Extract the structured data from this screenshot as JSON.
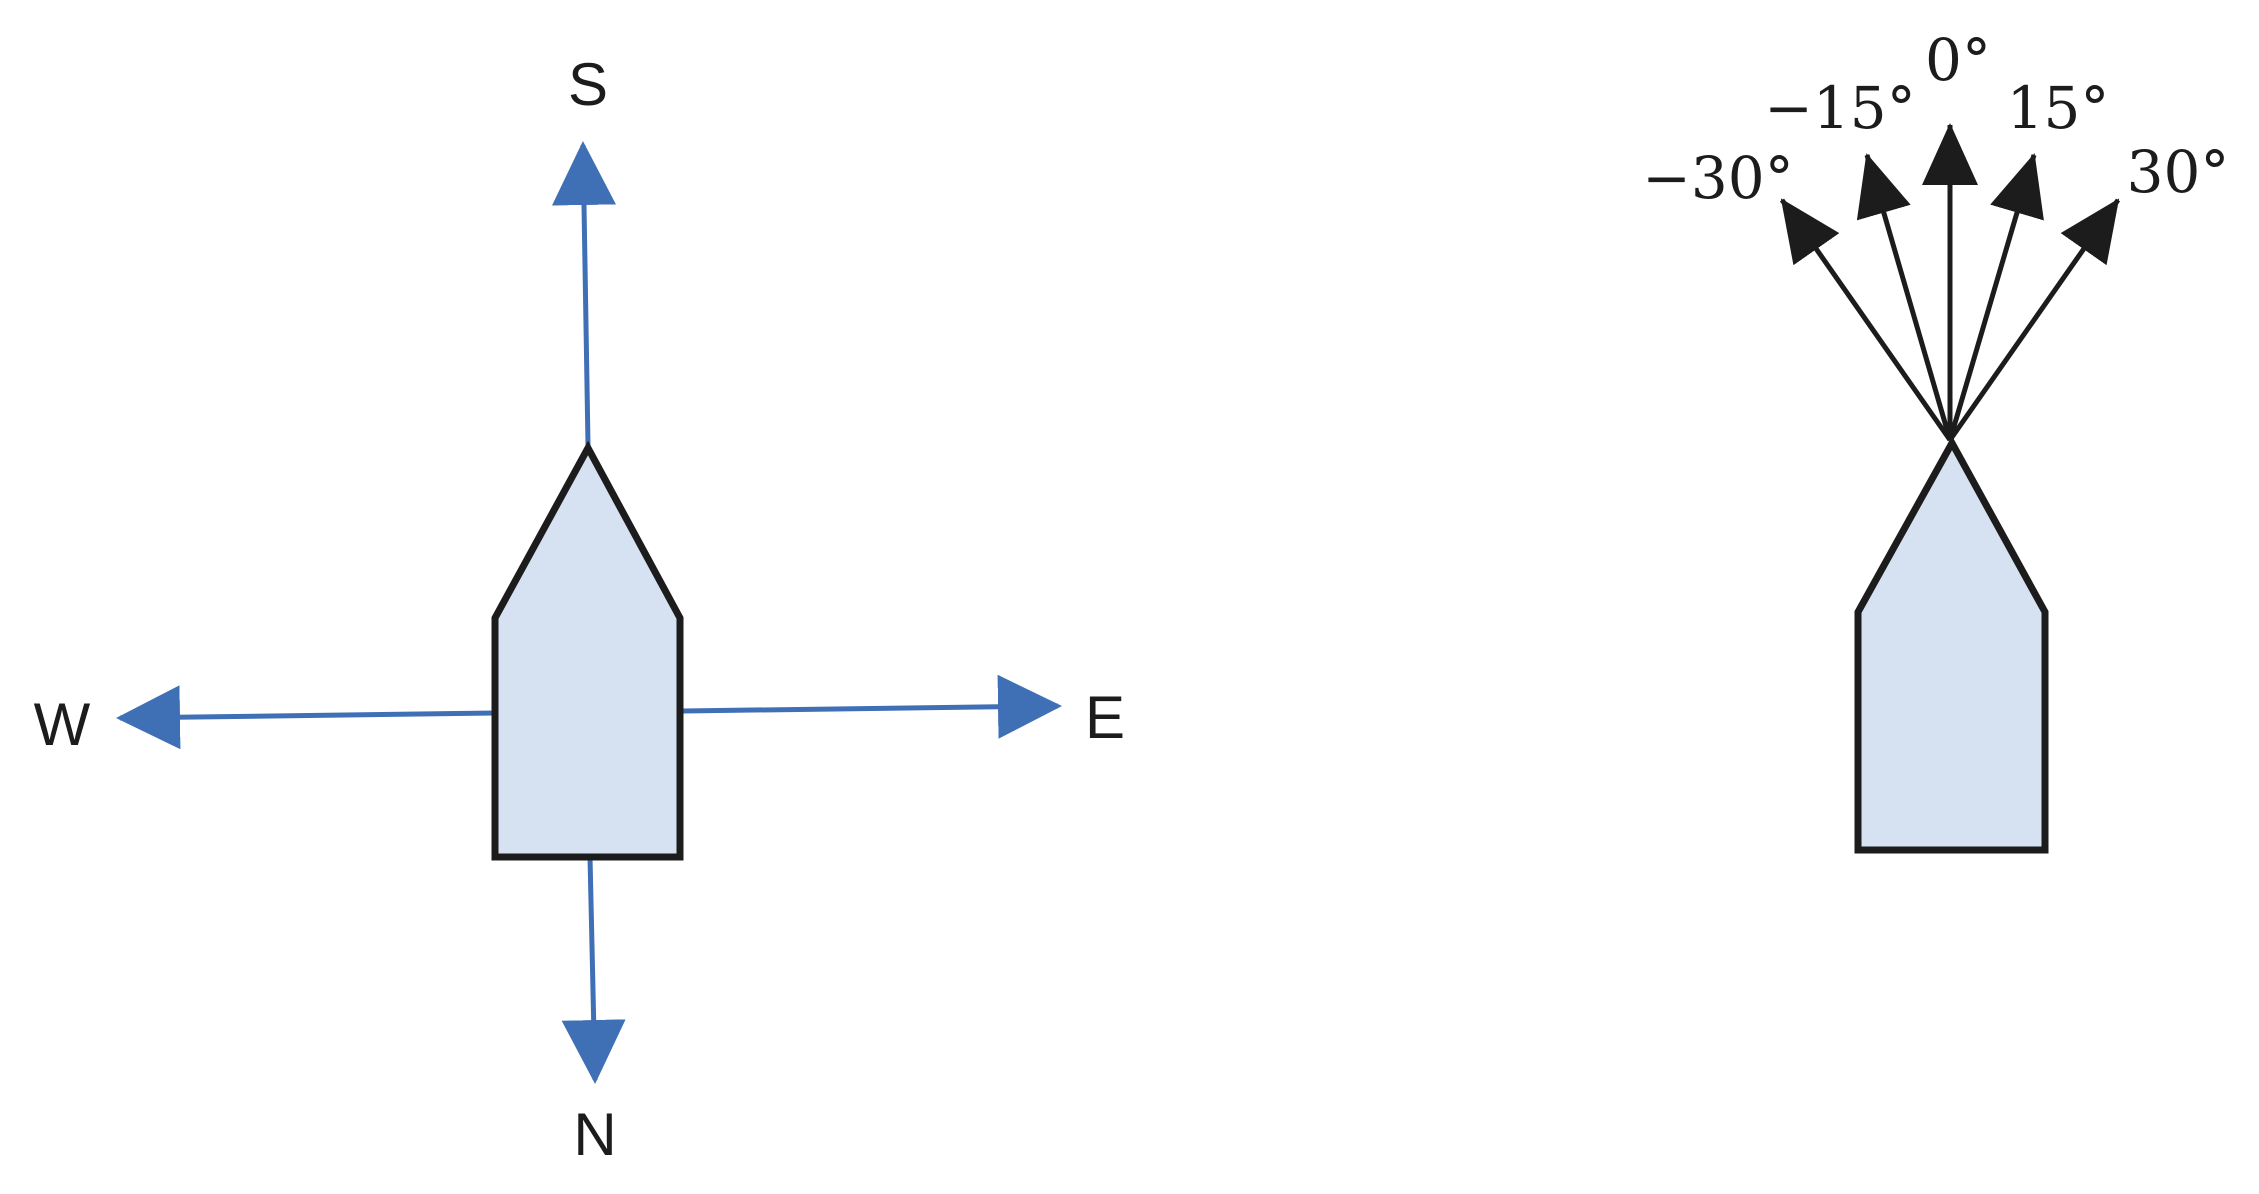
{
  "colors": {
    "arrow_blue": "#3f6fb5",
    "boat_fill": "#d6e2f2",
    "outline": "#1c1c1c",
    "label_text": "#1c1c1c"
  },
  "compass_panel": {
    "labels": {
      "S": "S",
      "W": "W",
      "E": "E",
      "N": "N"
    }
  },
  "angle_panel": {
    "labels": {
      "m30": "−30°",
      "m15": "−15°",
      "zero": "0°",
      "p15": "15°",
      "p30": "30°"
    }
  }
}
